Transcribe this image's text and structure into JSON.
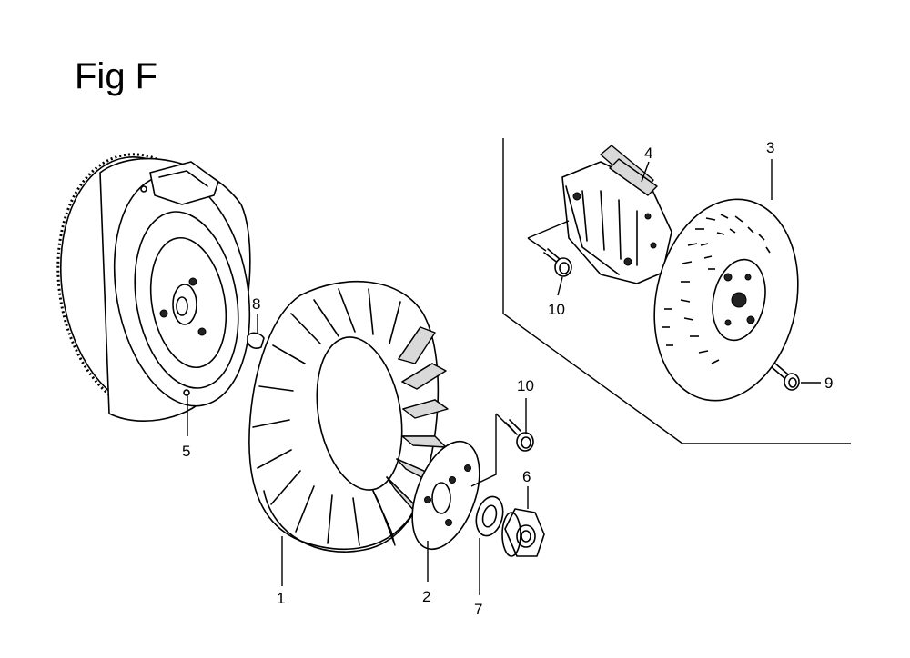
{
  "figure": {
    "title": "Fig F"
  },
  "callouts": {
    "c1": "1",
    "c2": "2",
    "c3": "3",
    "c4": "4",
    "c5": "5",
    "c6": "6",
    "c7": "7",
    "c8": "8",
    "c9": "9",
    "c10a": "10",
    "c10b": "10"
  }
}
